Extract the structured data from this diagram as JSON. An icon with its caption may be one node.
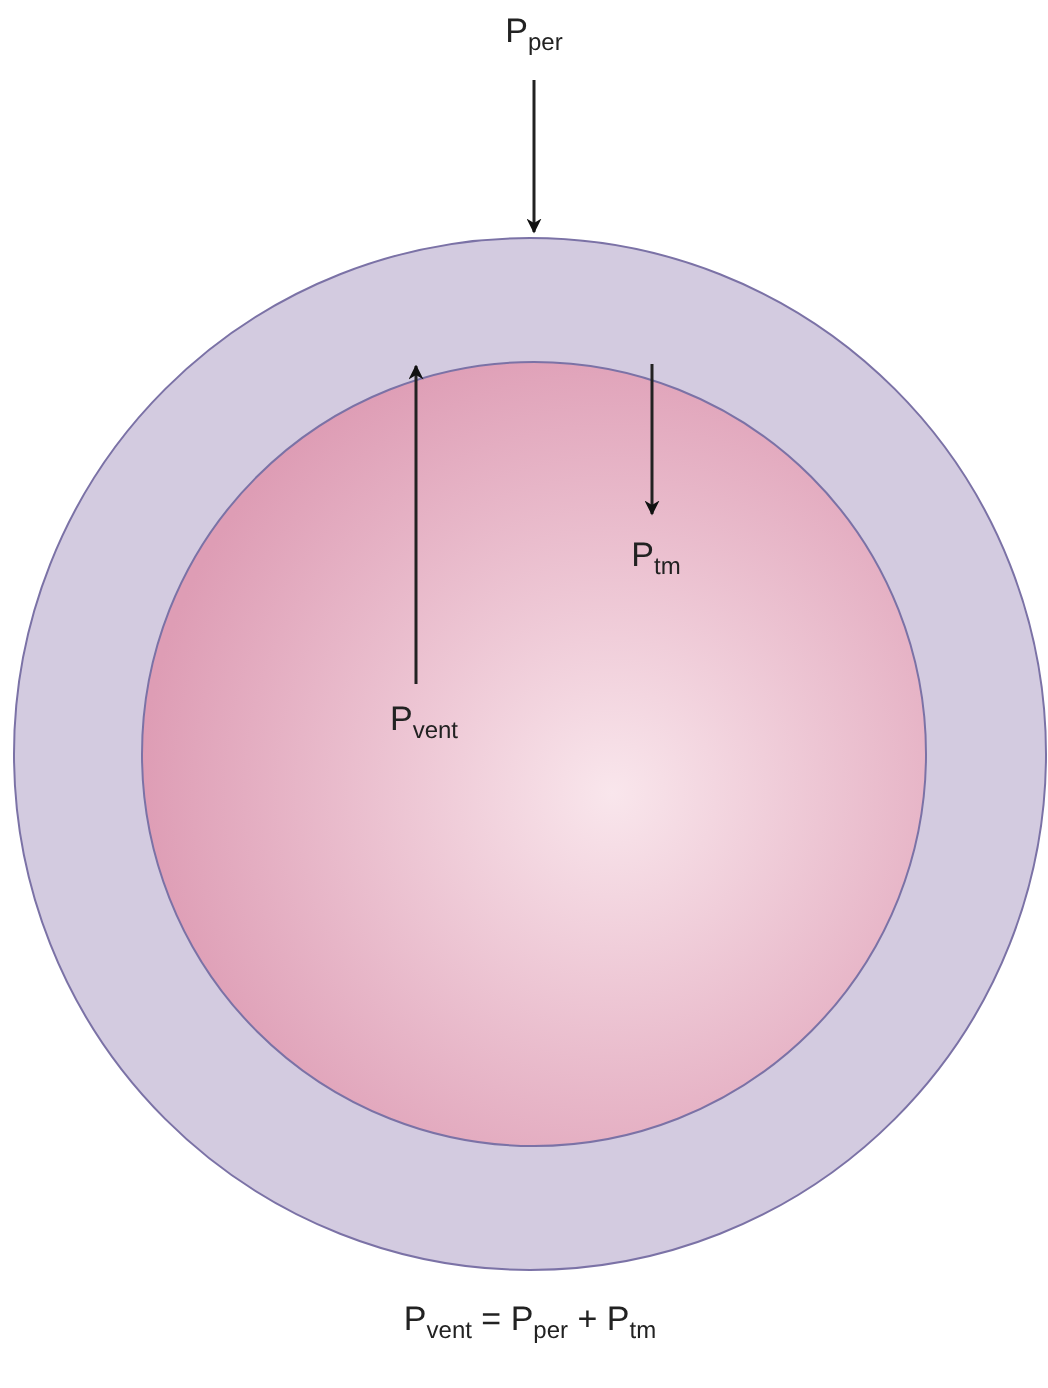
{
  "diagram": {
    "caption": "P$_{vent}$ = P$_{per}$ + P$_{tm}$",
    "labels": [
      "P$_{per}$",
      "P$_{tm}$",
      "P$_{vent}$"
    ]
  }
}
